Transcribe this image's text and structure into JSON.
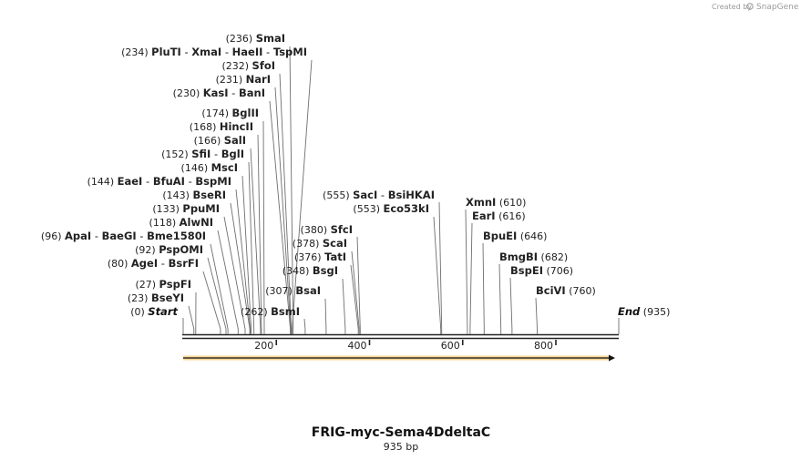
{
  "credit": {
    "prefix": "Created by",
    "brand": "SnapGene"
  },
  "sequence": {
    "name": "FRIG-myc-Sema4DdeltaC",
    "length_bp": 935,
    "length_label": "935 bp"
  },
  "axis": {
    "ticks": [
      200,
      400,
      600,
      800
    ]
  },
  "feature": {
    "type": "arrow",
    "start": 1,
    "end": 935,
    "color": "#f0b040",
    "direction": "forward"
  },
  "ends": [
    {
      "label": "Start",
      "pos": 0,
      "pos_label": "(0)"
    },
    {
      "label": "End",
      "pos": 935,
      "pos_label": "(935)"
    }
  ],
  "sites": [
    {
      "pos": 236,
      "pos_label": "(236)",
      "names": [
        "SmaI"
      ],
      "side": "left"
    },
    {
      "pos": 234,
      "pos_label": "(234)",
      "names": [
        "PluTI",
        "XmaI",
        "HaeII",
        "TspMI"
      ],
      "side": "left"
    },
    {
      "pos": 232,
      "pos_label": "(232)",
      "names": [
        "SfoI"
      ],
      "side": "left"
    },
    {
      "pos": 231,
      "pos_label": "(231)",
      "names": [
        "NarI"
      ],
      "side": "left"
    },
    {
      "pos": 230,
      "pos_label": "(230)",
      "names": [
        "KasI",
        "BanI"
      ],
      "side": "left"
    },
    {
      "pos": 174,
      "pos_label": "(174)",
      "names": [
        "BglII"
      ],
      "side": "left"
    },
    {
      "pos": 168,
      "pos_label": "(168)",
      "names": [
        "HincII"
      ],
      "side": "left"
    },
    {
      "pos": 166,
      "pos_label": "(166)",
      "names": [
        "SalI"
      ],
      "side": "left"
    },
    {
      "pos": 152,
      "pos_label": "(152)",
      "names": [
        "SfiI",
        "BglI"
      ],
      "side": "left"
    },
    {
      "pos": 146,
      "pos_label": "(146)",
      "names": [
        "MscI"
      ],
      "side": "left"
    },
    {
      "pos": 144,
      "pos_label": "(144)",
      "names": [
        "EaeI",
        "BfuAI",
        "BspMI"
      ],
      "side": "left"
    },
    {
      "pos": 143,
      "pos_label": "(143)",
      "names": [
        "BseRI"
      ],
      "side": "left"
    },
    {
      "pos": 133,
      "pos_label": "(133)",
      "names": [
        "PpuMI"
      ],
      "side": "left"
    },
    {
      "pos": 118,
      "pos_label": "(118)",
      "names": [
        "AlwNI"
      ],
      "side": "left"
    },
    {
      "pos": 96,
      "pos_label": "(96)",
      "names": [
        "ApaI",
        "BaeGI",
        "Bme1580I"
      ],
      "side": "left"
    },
    {
      "pos": 92,
      "pos_label": "(92)",
      "names": [
        "PspOMI"
      ],
      "side": "left"
    },
    {
      "pos": 80,
      "pos_label": "(80)",
      "names": [
        "AgeI",
        "BsrFI"
      ],
      "side": "left"
    },
    {
      "pos": 27,
      "pos_label": "(27)",
      "names": [
        "PspFI"
      ],
      "side": "left"
    },
    {
      "pos": 23,
      "pos_label": "(23)",
      "names": [
        "BseYI"
      ],
      "side": "left"
    },
    {
      "pos": 262,
      "pos_label": "(262)",
      "names": [
        "BsmI"
      ],
      "side": "left"
    },
    {
      "pos": 307,
      "pos_label": "(307)",
      "names": [
        "BsaI"
      ],
      "side": "left"
    },
    {
      "pos": 348,
      "pos_label": "(348)",
      "names": [
        "BsgI"
      ],
      "side": "left"
    },
    {
      "pos": 376,
      "pos_label": "(376)",
      "names": [
        "TatI"
      ],
      "side": "left"
    },
    {
      "pos": 378,
      "pos_label": "(378)",
      "names": [
        "ScaI"
      ],
      "side": "left"
    },
    {
      "pos": 380,
      "pos_label": "(380)",
      "names": [
        "SfcI"
      ],
      "side": "left"
    },
    {
      "pos": 555,
      "pos_label": "(555)",
      "names": [
        "SacI",
        "BsiHKAI"
      ],
      "side": "left"
    },
    {
      "pos": 553,
      "pos_label": "(553)",
      "names": [
        "Eco53kI"
      ],
      "side": "left"
    },
    {
      "pos": 610,
      "pos_label": "(610)",
      "names": [
        "XmnI"
      ],
      "side": "right"
    },
    {
      "pos": 616,
      "pos_label": "(616)",
      "names": [
        "EarI"
      ],
      "side": "right"
    },
    {
      "pos": 646,
      "pos_label": "(646)",
      "names": [
        "BpuEI"
      ],
      "side": "right"
    },
    {
      "pos": 682,
      "pos_label": "(682)",
      "names": [
        "BmgBI"
      ],
      "side": "right"
    },
    {
      "pos": 706,
      "pos_label": "(706)",
      "names": [
        "BspEI"
      ],
      "side": "right"
    },
    {
      "pos": 760,
      "pos_label": "(760)",
      "names": [
        "BciVI"
      ],
      "side": "right"
    }
  ]
}
